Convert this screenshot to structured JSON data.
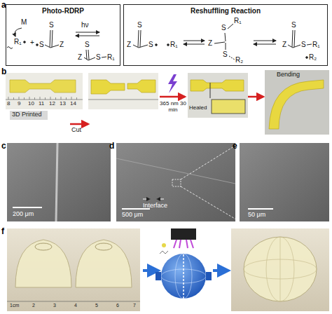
{
  "diagram": {
    "nodes": [
      {
        "text": [
          "Photo-RDRP"
        ]
      },
      {
        "text": [
          "Reshuffling Reaction"
        ]
      }
    ],
    "labels": [
      "a",
      "M",
      "R₁",
      "+",
      "S",
      "S",
      "Z",
      "hν",
      "S",
      "Z",
      "S",
      "R₁",
      "S",
      "Z",
      "S",
      "R₁",
      "S",
      "R₁",
      "Z",
      "S",
      "R₂",
      "S",
      "Z",
      "S",
      "R₁",
      "R₂",
      "b",
      "8",
      "9",
      "10",
      "11",
      "12",
      "13",
      "14",
      "3D Printed",
      "Cut",
      "365 nm 30 min",
      "Healed",
      "Bending",
      "c",
      "200 μm",
      "d",
      "Interface",
      "500 μm",
      "e",
      "50 μm",
      "f",
      "1cm",
      "2",
      "3",
      "4",
      "5",
      "6",
      "7"
    ]
  }
}
